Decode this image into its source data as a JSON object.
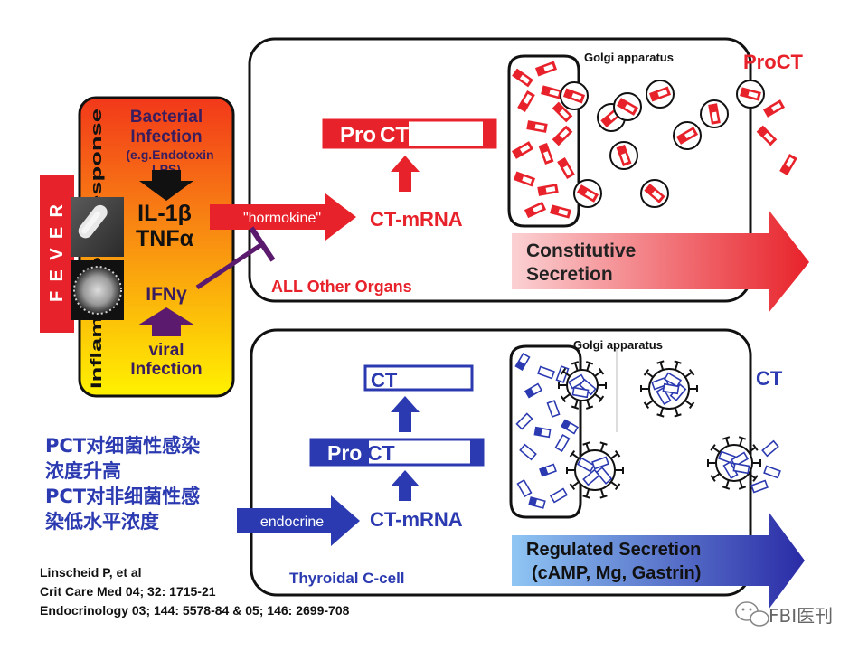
{
  "inflammatory_panel": {
    "side_label": "Inflammatory Response",
    "bacterial": "Bacterial",
    "infection": "Infection",
    "endotoxin_1": "(e.g.Endotoxin",
    "endotoxin_2": "LPS)",
    "il1": "IL-1β",
    "tnf": "TNFα",
    "ifn": "IFNγ",
    "viral": "viral",
    "viral_infection": "Infection"
  },
  "fever": {
    "label": "FEVER"
  },
  "top_cell": {
    "hormokine": "\"hormokine\"",
    "procalcitonin_box": {
      "pro": "Pro",
      "ct": "CT"
    },
    "mrna": "CT-mRNA",
    "golgi": "Golgi apparatus",
    "procalcitonin_out": "ProCT",
    "secretion_1": "Constitutive",
    "secretion_2": "Secretion",
    "organs": "ALL Other Organs"
  },
  "bottom_cell": {
    "ct_box": "CT",
    "procalcitonin_box": {
      "pro": "Pro",
      "ct": "CT"
    },
    "mrna": "CT-mRNA",
    "endocrine": "endocrine",
    "golgi": "Golgi apparatus",
    "ct_out": "CT",
    "secretion_1": "Regulated Secretion",
    "secretion_2": "(cAMP, Mg, Gastrin)",
    "cell_name": "Thyroidal C-cell"
  },
  "chinese_notes": {
    "line1": "PCT对细菌性感染",
    "line2": "浓度升高",
    "line3": "PCT对非细菌性感",
    "line4": "染低水平浓度"
  },
  "citations": {
    "line1": "Linscheid P, et al",
    "line2": "Crit Care Med 04; 32: 1715-21",
    "line3": "Endocrinology 03; 144: 5578-84 & 05; 146: 2699-708"
  },
  "watermark": {
    "text": "FBI医刊"
  },
  "colors": {
    "red": "#e8222a",
    "blue": "#2b3ab0",
    "purple": "#5c1a6e",
    "gradient_top": "#f23a1a",
    "gradient_bottom": "#ffe000"
  }
}
